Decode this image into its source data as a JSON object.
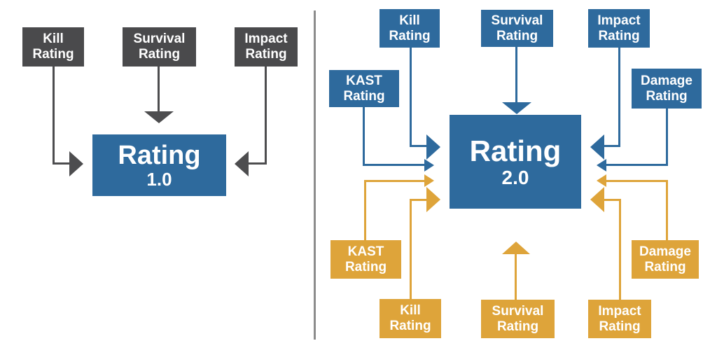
{
  "colors": {
    "blue": "#2E6A9D",
    "yellow": "#DEA43A",
    "dark_gray": "#4A4A4C",
    "arrow_gray": "#4D4D4F",
    "divider_gray": "#8C8C8C"
  },
  "rating1": {
    "inputs": {
      "kill": "Kill\nRating",
      "survival": "Survival\nRating",
      "impact": "Impact\nRating"
    },
    "main": {
      "title": "Rating",
      "version": "1.0"
    }
  },
  "rating2": {
    "top": {
      "kast": "KAST\nRating",
      "kill": "Kill\nRating",
      "survival": "Survival\nRating",
      "impact": "Impact\nRating",
      "damage": "Damage\nRating"
    },
    "main": {
      "title": "Rating",
      "version": "2.0"
    },
    "bottom": {
      "kast": "KAST\nRating",
      "kill": "Kill\nRating",
      "survival": "Survival\nRating",
      "impact": "Impact\nRating",
      "damage": "Damage\nRating"
    }
  }
}
